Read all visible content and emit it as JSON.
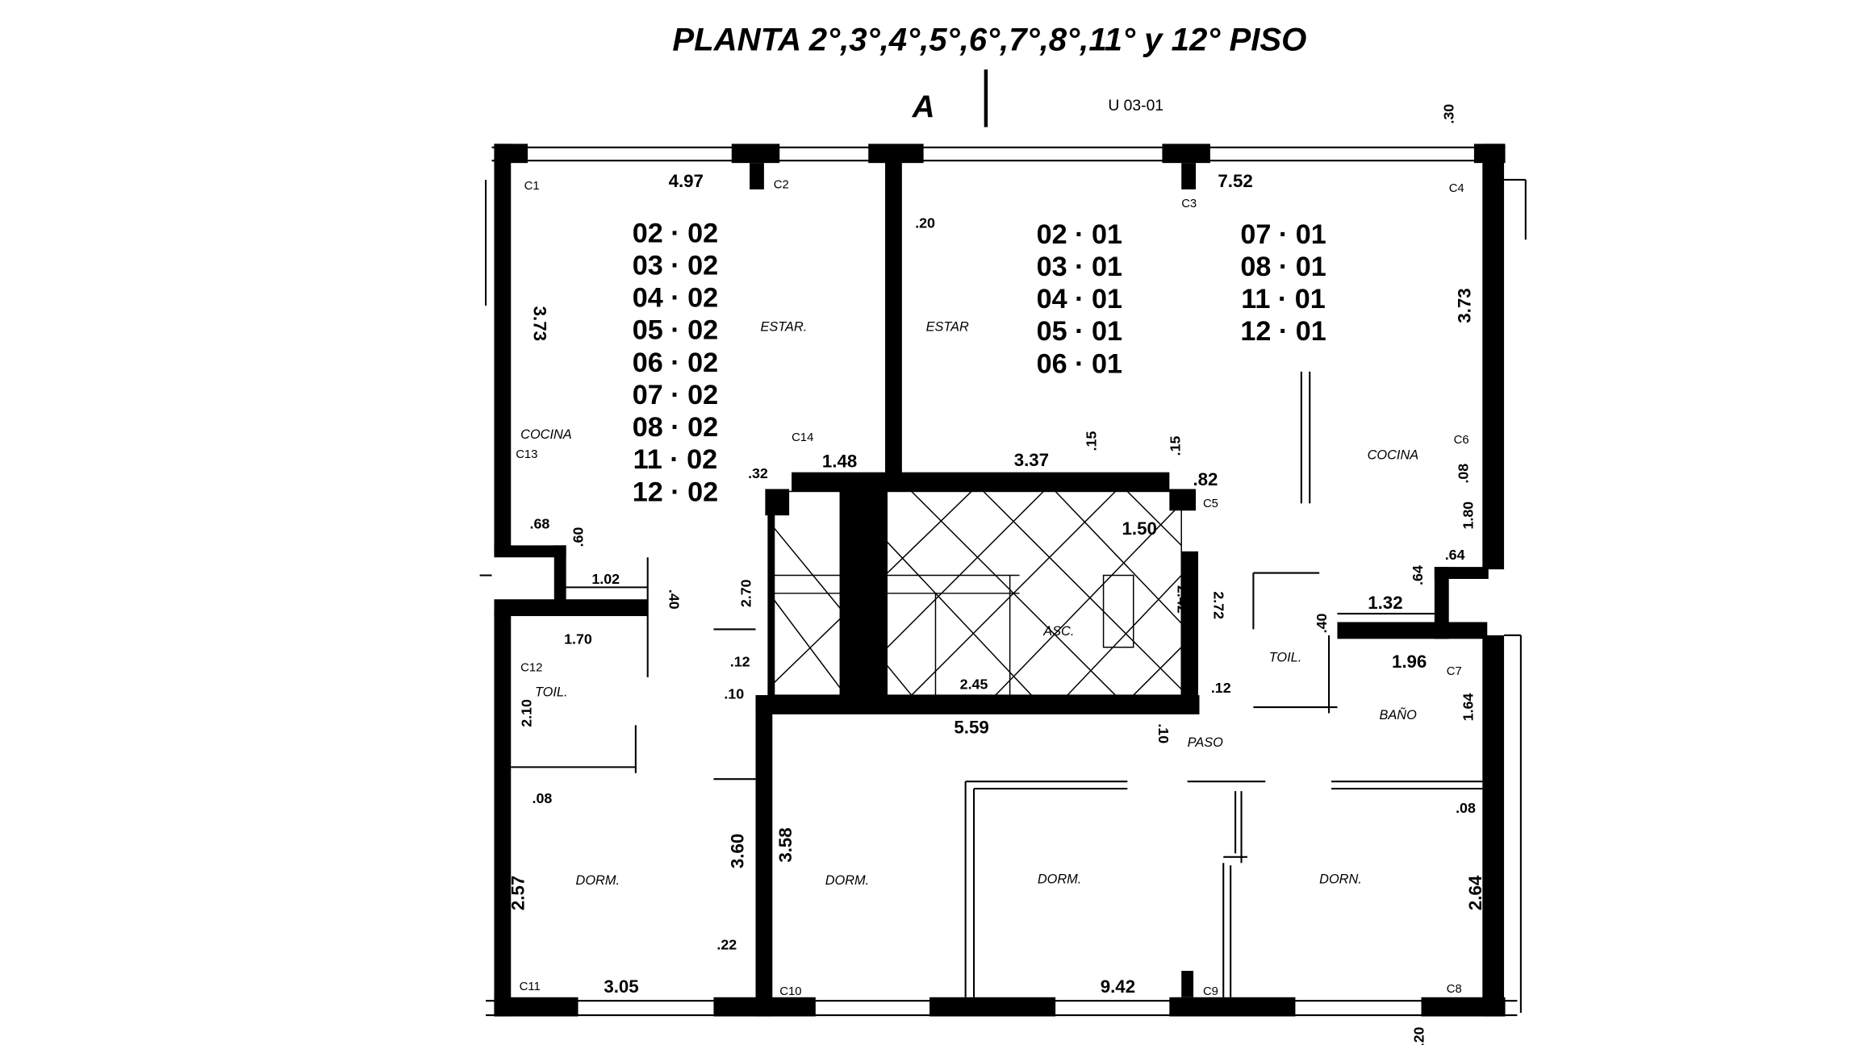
{
  "title": "PLANTA 2°,3°,4°,5°,6°,7°,8°,11° y 12° PISO",
  "block_letter": "A",
  "unit_id": "U 03-01",
  "unit_codes_left": [
    "02 · 02",
    "03 · 02",
    "04 · 02",
    "05 · 02",
    "06 · 02",
    "07 · 02",
    "08 · 02",
    "11 · 02",
    "12 · 02"
  ],
  "unit_codes_right_a": [
    "02 · 01",
    "03 · 01",
    "04 · 01",
    "05 · 01",
    "06 · 01"
  ],
  "unit_codes_right_b": [
    "07 · 01",
    "08 · 01",
    "11 · 01",
    "12 · 01"
  ],
  "rooms": {
    "estar_left": "ESTAR.",
    "estar_right": "ESTAR",
    "cocina_left": "COCINA",
    "cocina_right": "COCINA",
    "toil_left": "TOIL.",
    "toil_right": "TOIL.",
    "bano": "BAÑO",
    "paso": "PASO",
    "asc": "ASC.",
    "dorm_1": "DORM.",
    "dorm_2": "DORM.",
    "dorm_3": "DORM.",
    "dorm_4": "DORN."
  },
  "columns": [
    "C1",
    "C2",
    "C3",
    "C4",
    "C5",
    "C6",
    "C7",
    "C8",
    "C9",
    "C10",
    "C11",
    "C12",
    "C13",
    "C14"
  ],
  "dimensions": {
    "top_left": "4.97",
    "top_right": "7.52",
    "left_373": "3.73",
    "right_373": "3.73",
    "d20": ".20",
    "d148": "1.48",
    "d32": ".32",
    "d337": "3.37",
    "d15a": ".15",
    "d15b": ".15",
    "d82": ".82",
    "d150": "1.50",
    "d102": "1.02",
    "d40a": ".40",
    "d170": "1.70",
    "d270": "2.70",
    "d12a": ".12",
    "d10a": ".10",
    "d245": "2.45",
    "d559": "5.59",
    "d272": "2.72",
    "d242": "2.42",
    "d12b": ".12",
    "d10b": ".10",
    "d132": "1.32",
    "d64a": ".64",
    "d64b": ".64",
    "d40b": ".40",
    "d196": "1.96",
    "d164": "1.64",
    "d180": "1.80",
    "d08a": ".08",
    "d210": "2.10",
    "d08b": ".08",
    "d257": "2.57",
    "d360": "3.60",
    "d358": "3.58",
    "d22": ".22",
    "d305": "3.05",
    "d942": "9.42",
    "d08c": ".08",
    "d264": "2.64",
    "d68": ".68",
    "d60": ".60",
    "d30": ".30",
    "d20b": ".20"
  }
}
